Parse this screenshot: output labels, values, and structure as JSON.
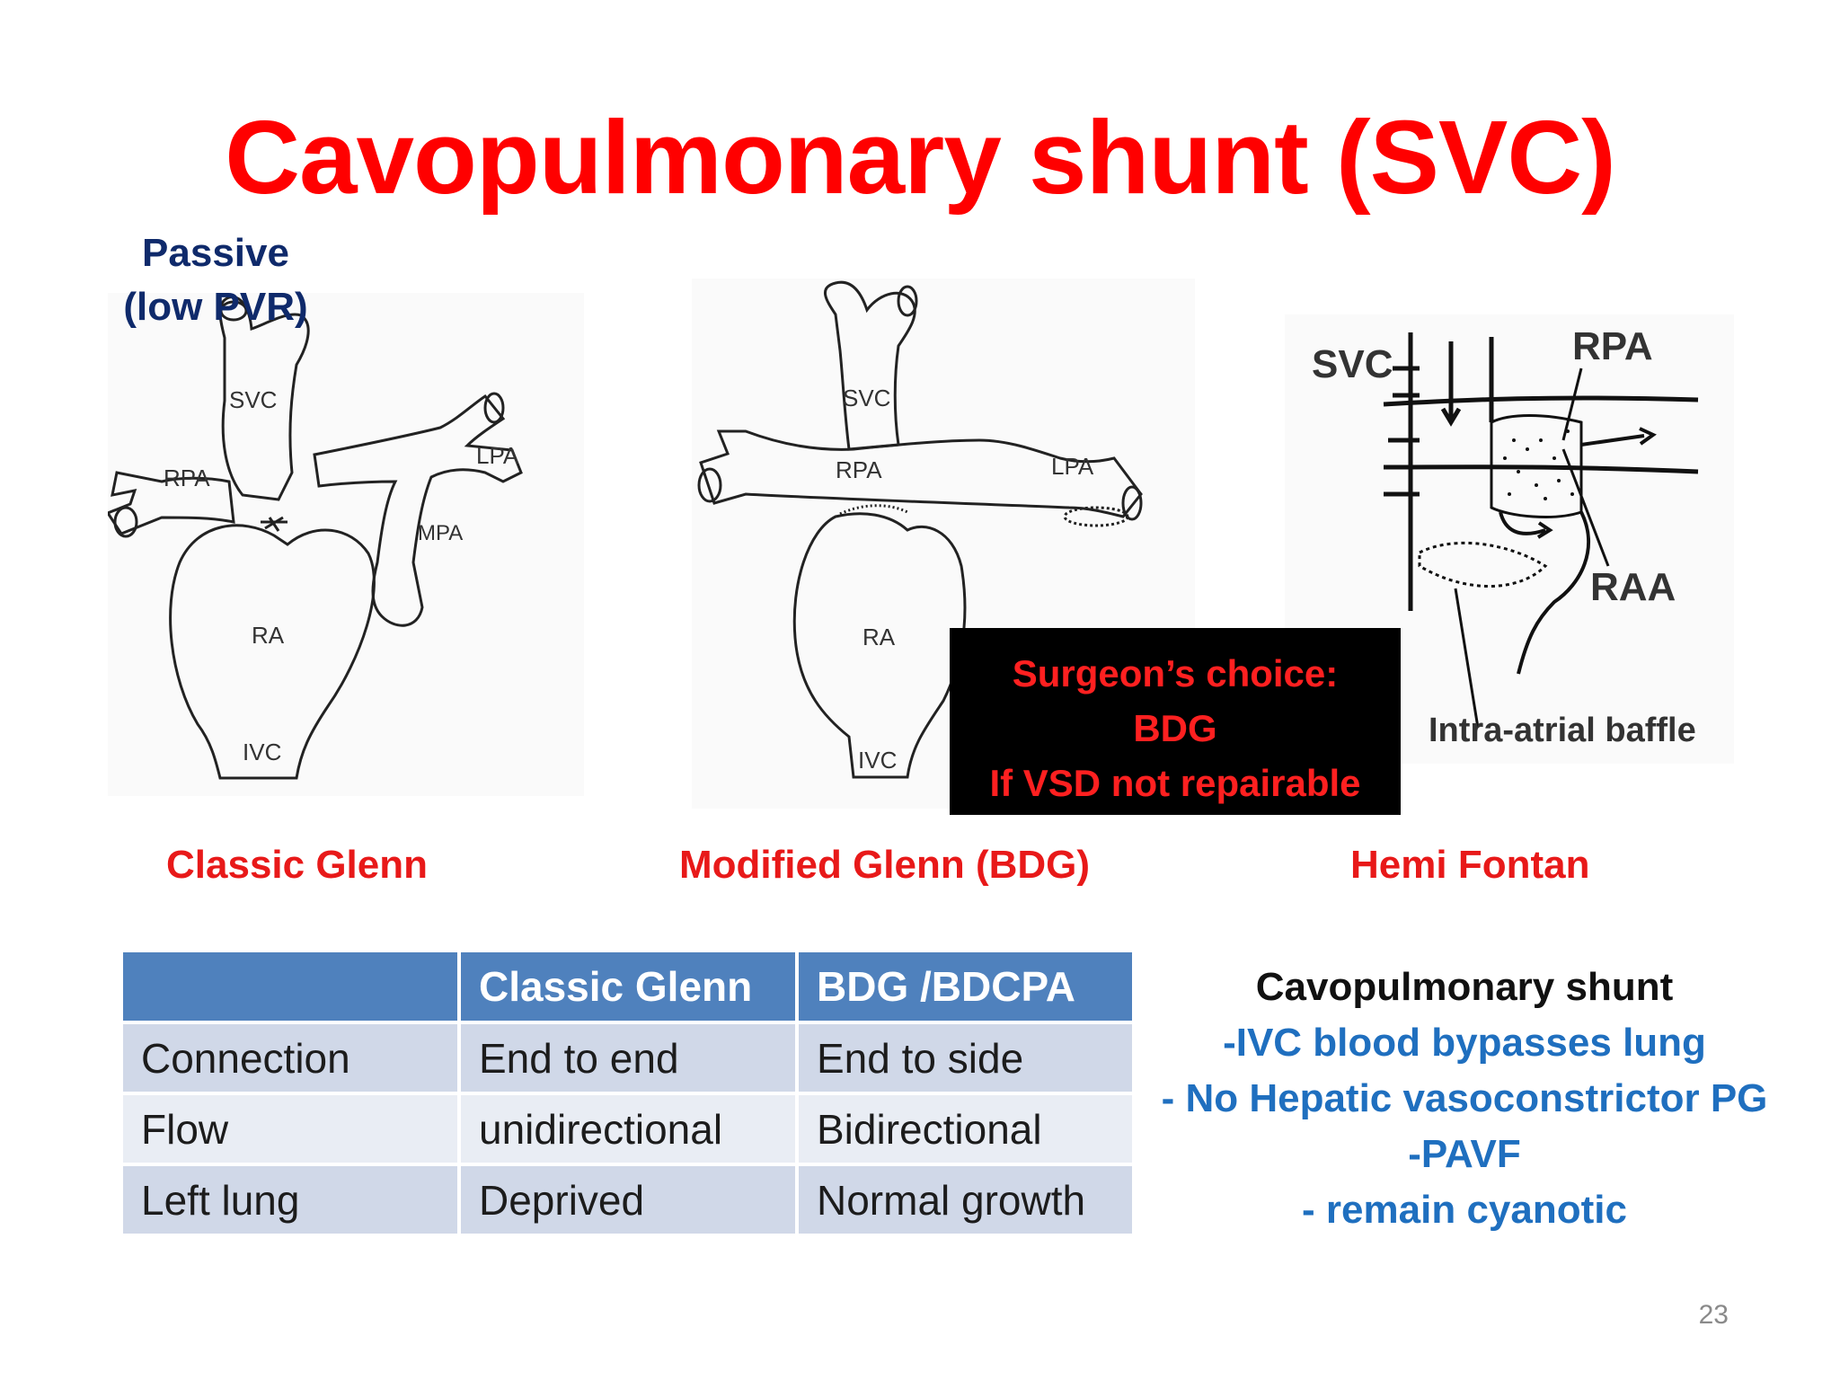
{
  "slide": {
    "title": "Cavopulmonary shunt (SVC)",
    "page_number": "23"
  },
  "passive_note": [
    "Passive",
    "(low PVR)"
  ],
  "diagrams": {
    "classic": {
      "caption": "Classic Glenn",
      "labels": {
        "svc": "SVC",
        "rpa": "RPA",
        "lpa": "LPA",
        "mpa": "MPA",
        "ra": "RA",
        "ivc": "IVC"
      }
    },
    "modified": {
      "caption": "Modified Glenn (BDG)",
      "labels": {
        "svc": "SVC",
        "rpa": "RPA",
        "lpa": "LPA",
        "ra": "RA",
        "ivc": "IVC"
      }
    },
    "hemi": {
      "caption": "Hemi Fontan",
      "labels": {
        "svc": "SVC",
        "rpa": "RPA",
        "raa": "RAA",
        "baffle": "Intra-atrial baffle"
      }
    }
  },
  "surgeon_box": [
    "Surgeon’s choice:",
    "BDG",
    "If VSD not repairable"
  ],
  "table": {
    "headers": [
      "",
      "Classic Glenn",
      "BDG /BDCPA"
    ],
    "rows": [
      [
        "Connection",
        "End to end",
        "End to side"
      ],
      [
        "Flow",
        "unidirectional",
        "Bidirectional"
      ],
      [
        "Left lung",
        "Deprived",
        "Normal growth"
      ]
    ]
  },
  "notes": {
    "heading": "Cavopulmonary shunt",
    "lines": [
      "-IVC blood bypasses lung",
      "- No Hepatic vasoconstrictor PG",
      "-PAVF",
      "- remain cyanotic"
    ]
  },
  "colors": {
    "title": "#ff0000",
    "caption": "#e81919",
    "note_blue": "#1f6fbf",
    "table_header": "#4f81bd",
    "table_row_a": "#d0d8e8",
    "table_row_b": "#e9edf4"
  }
}
